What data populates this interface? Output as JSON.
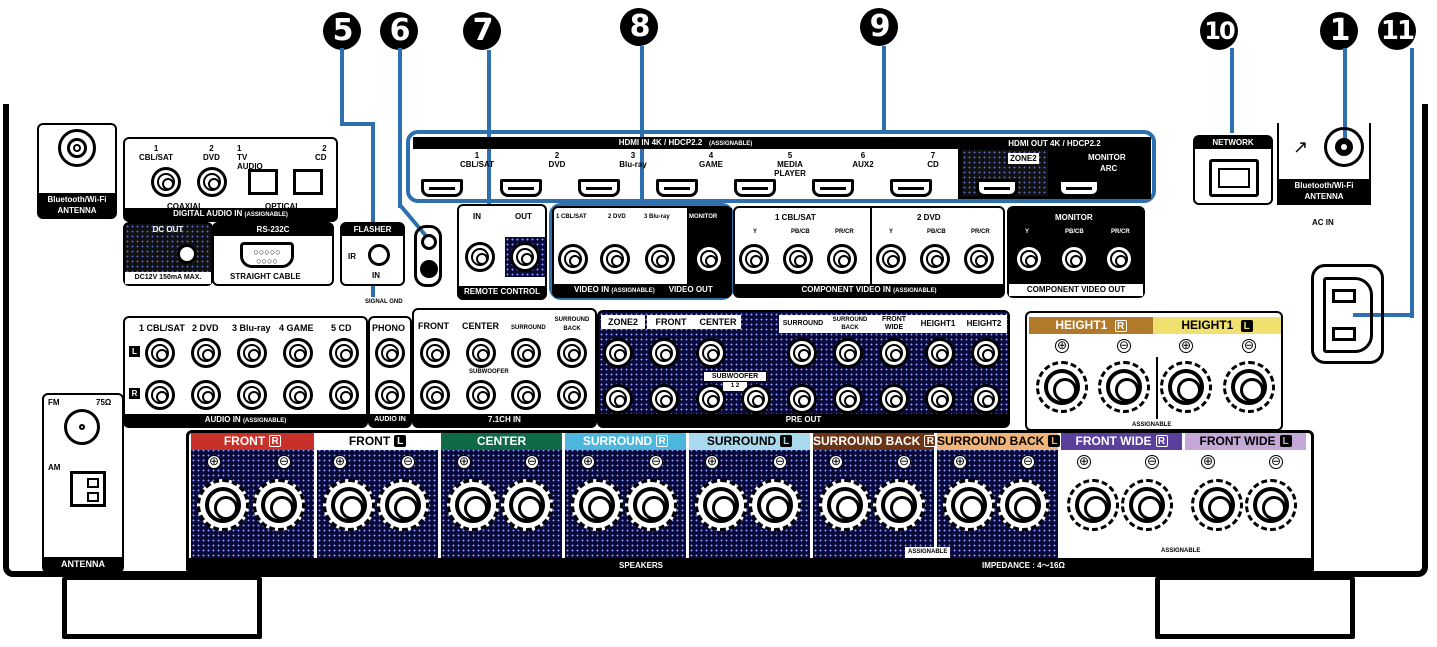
{
  "callouts": [
    {
      "id": "c5",
      "label": "5"
    },
    {
      "id": "c6",
      "label": "6"
    },
    {
      "id": "c7",
      "label": "7"
    },
    {
      "id": "c8",
      "label": "8"
    },
    {
      "id": "c9",
      "label": "9"
    },
    {
      "id": "c10",
      "label": "10"
    },
    {
      "id": "c1",
      "label": "1"
    },
    {
      "id": "c11",
      "label": "11"
    }
  ],
  "bt_antenna_left": {
    "label_line1": "Bluetooth/Wi-Fi",
    "label_line2": "ANTENNA"
  },
  "digital_audio_in": {
    "title": "DIGITAL AUDIO IN",
    "note": "(ASSIGNABLE)",
    "coaxial_label": "COAXIAL",
    "optical_label": "OPTICAL",
    "ports": [
      {
        "num": "1",
        "name": "CBL/SAT"
      },
      {
        "num": "2",
        "name": "DVD"
      },
      {
        "num": "1",
        "name": "TV AUDIO"
      },
      {
        "num": "2",
        "name": "CD"
      }
    ]
  },
  "dc_out": {
    "title": "DC OUT",
    "spec": "DC12V 150mA MAX."
  },
  "rs232c": {
    "title": "RS-232C",
    "note": "STRAIGHT CABLE"
  },
  "flasher": {
    "title": "FLASHER",
    "ir_label": "IR",
    "in_label": "IN"
  },
  "signal_gnd": {
    "label": "SIGNAL GND"
  },
  "remote_control": {
    "title": "REMOTE CONTROL",
    "in_label": "IN",
    "out_label": "OUT"
  },
  "hdmi_in": {
    "title": "HDMI IN  4K / HDCP2.2",
    "note": "(ASSIGNABLE)",
    "ports": [
      {
        "num": "1",
        "name": "CBL/SAT"
      },
      {
        "num": "2",
        "name": "DVD"
      },
      {
        "num": "3",
        "name": "Blu-ray"
      },
      {
        "num": "4",
        "name": "GAME"
      },
      {
        "num": "5",
        "name": "MEDIA PLAYER"
      },
      {
        "num": "6",
        "name": "AUX2"
      },
      {
        "num": "7",
        "name": "CD"
      }
    ]
  },
  "hdmi_out": {
    "title": "HDMI OUT  4K / HDCP2.2",
    "zone2": "ZONE2",
    "monitor": "MONITOR",
    "arc": "ARC"
  },
  "video_in": {
    "title": "VIDEO IN",
    "note": "(ASSIGNABLE)",
    "ports": [
      "1 CBL/SAT",
      "2 DVD",
      "3 Blu-ray"
    ]
  },
  "video_out": {
    "title": "VIDEO OUT",
    "port": "MONITOR"
  },
  "component_in": {
    "title": "COMPONENT VIDEO IN",
    "note": "(ASSIGNABLE)",
    "groups": [
      {
        "name": "1 CBL/SAT",
        "ports": [
          "Y",
          "PB/CB",
          "PR/CR"
        ]
      },
      {
        "name": "2 DVD",
        "ports": [
          "Y",
          "PB/CB",
          "PR/CR"
        ]
      }
    ]
  },
  "component_out": {
    "title": "COMPONENT VIDEO OUT",
    "name": "MONITOR",
    "ports": [
      "Y",
      "PB/CB",
      "PR/CR"
    ]
  },
  "network": {
    "title": "NETWORK"
  },
  "bt_antenna_right": {
    "label_line1": "Bluetooth/Wi-Fi",
    "label_line2": "ANTENNA"
  },
  "ac_in": {
    "label": "AC IN"
  },
  "audio_in": {
    "title": "AUDIO IN",
    "note": "(ASSIGNABLE)",
    "l_label": "L",
    "r_label": "R",
    "ports": [
      "1 CBL/SAT",
      "2 DVD",
      "3 Blu-ray",
      "4 GAME",
      "5 CD"
    ]
  },
  "phono": {
    "title": "PHONO",
    "bar": "AUDIO IN"
  },
  "ch71_in": {
    "title": "7.1CH IN",
    "ports": [
      "FRONT",
      "CENTER",
      "SURROUND",
      "SURROUND BACK"
    ],
    "sub_label": "SUBWOOFER"
  },
  "pre_out": {
    "title": "PRE OUT",
    "ports": [
      "ZONE2",
      "FRONT",
      "CENTER",
      "SURROUND",
      "SURROUND BACK",
      "FRONT WIDE",
      "HEIGHT1",
      "HEIGHT2"
    ],
    "subwoofer_label": "SUBWOOFER",
    "subwoofer_nums": "1 2"
  },
  "antenna": {
    "title": "ANTENNA",
    "fm": "FM",
    "ohm": "75Ω",
    "am": "AM"
  },
  "speakers": {
    "title": "SPEAKERS",
    "impedance": "IMPEDANCE : 4～16Ω",
    "assignable": "ASSIGNABLE",
    "plus": "⊕",
    "minus": "⊖",
    "channels": [
      {
        "name": "FRONT",
        "side": "R",
        "color": "#c8302a",
        "text": "#ffffff"
      },
      {
        "name": "FRONT",
        "side": "L",
        "color": "#ffffff",
        "text": "#000000"
      },
      {
        "name": "CENTER",
        "side": "",
        "color": "#0e6a47",
        "text": "#ffffff"
      },
      {
        "name": "SURROUND",
        "side": "R",
        "color": "#4db6dd",
        "text": "#ffffff"
      },
      {
        "name": "SURROUND",
        "side": "L",
        "color": "#a8d9ec",
        "text": "#000000"
      },
      {
        "name": "SURROUND BACK",
        "side": "R",
        "color": "#6b3416",
        "text": "#ffffff"
      },
      {
        "name": "SURROUND BACK",
        "side": "L",
        "color": "#f2b579",
        "text": "#000000"
      },
      {
        "name": "FRONT WIDE",
        "side": "R",
        "color": "#5a3f9c",
        "text": "#ffffff"
      },
      {
        "name": "FRONT WIDE",
        "side": "L",
        "color": "#c3a8d8",
        "text": "#000000"
      }
    ]
  },
  "height_speakers": {
    "assignable": "ASSIGNABLE",
    "channels": [
      {
        "name": "HEIGHT1",
        "side": "R",
        "color": "#b07a2a",
        "text": "#ffffff"
      },
      {
        "name": "HEIGHT1",
        "side": "L",
        "color": "#f0e070",
        "text": "#000000"
      }
    ]
  },
  "colors": {
    "callout_line": "#2e6fb0"
  }
}
